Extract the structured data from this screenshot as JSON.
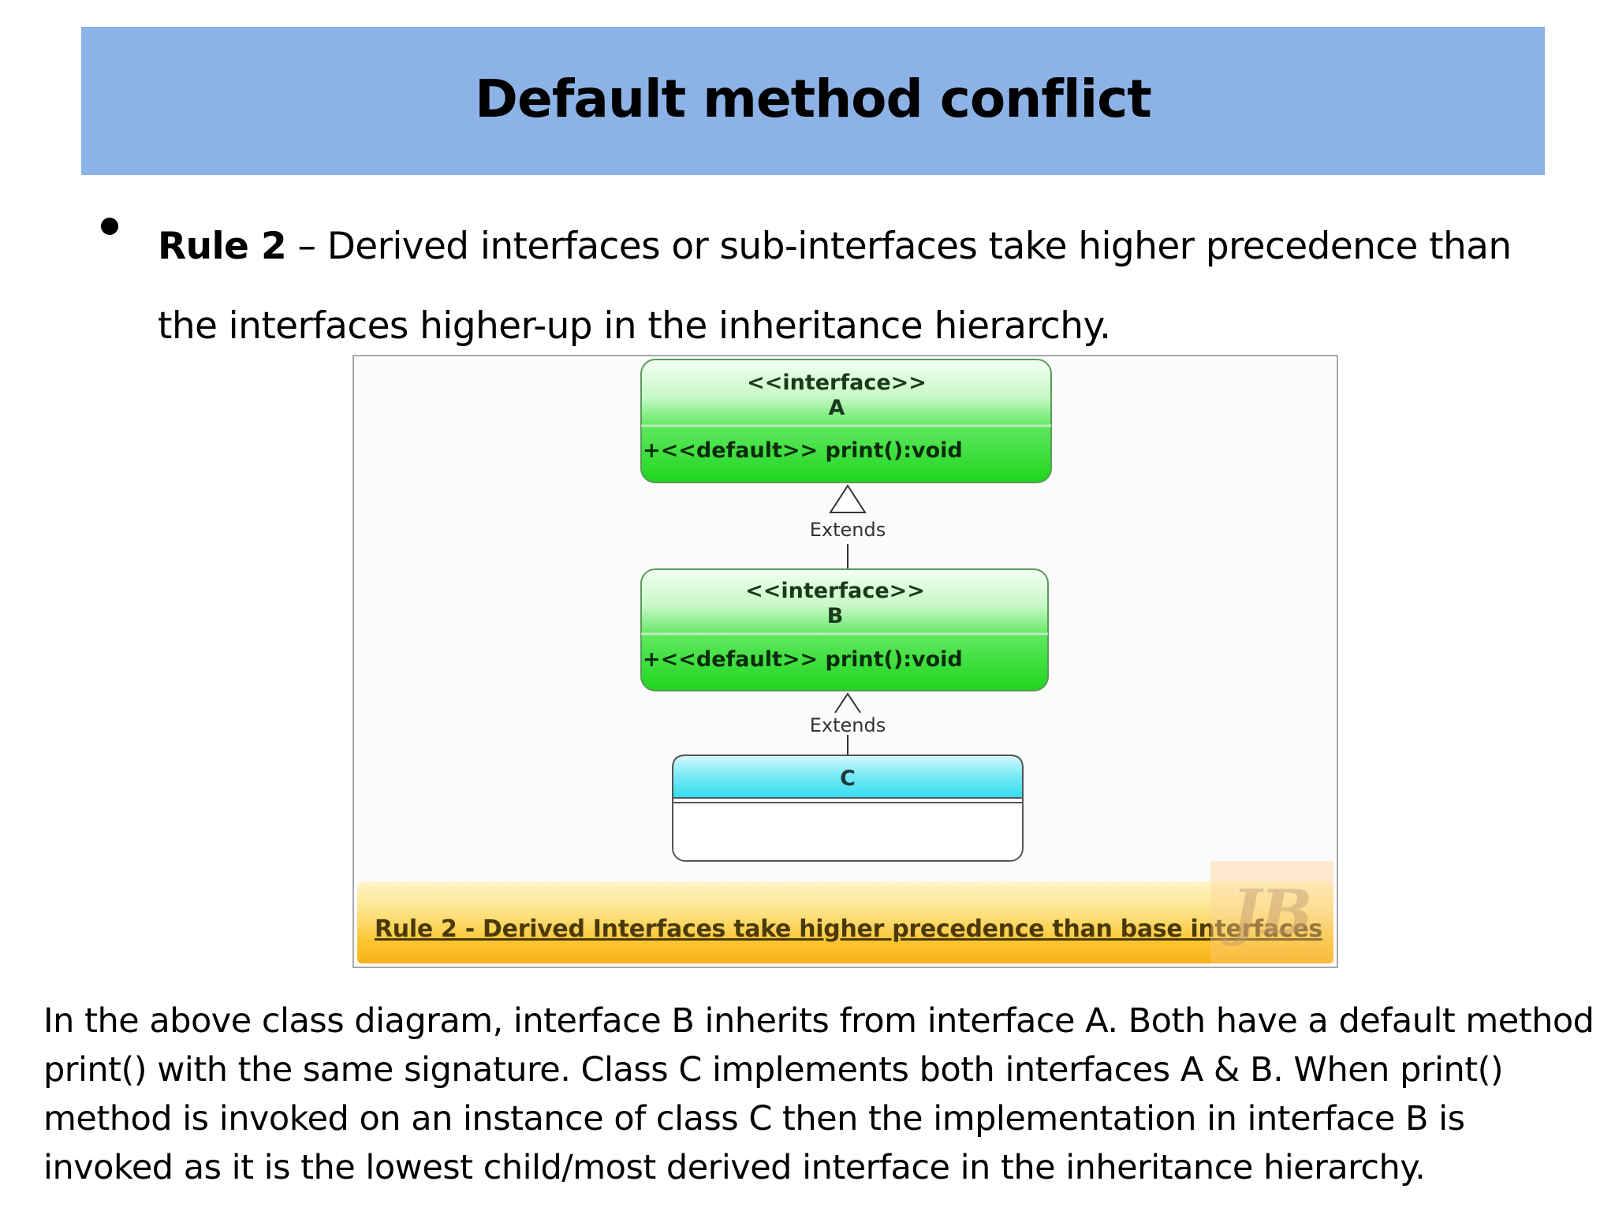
{
  "title": "Default method conflict",
  "rule": {
    "lead": "Rule 2",
    "text": " – Derived interfaces or sub-interfaces take higher precedence than the interfaces higher-up in the inheritance hierarchy."
  },
  "diagram": {
    "interface_a": {
      "stereotype": "<<interface>>",
      "name": "A",
      "method": "+<<default>> print():void",
      "color": "#22dd22"
    },
    "interface_b": {
      "stereotype": "<<interface>>",
      "name": "B",
      "method": "+<<default>> print():void",
      "color": "#22dd22"
    },
    "class_c": {
      "name": "C",
      "color": "#33ddf0"
    },
    "relation_ab": "Extends",
    "relation_bc": "Extends",
    "caption": "Rule 2 - Derived Interfaces take higher precedence than base interfaces",
    "caption_color": "#fbc42e"
  },
  "description": "In the above class diagram, interface B inherits from interface A. Both have a default method print() with the same signature. Class C implements both interfaces A & B. When print() method is invoked on an instance of class C then the implementation in interface B is invoked as it is the lowest child/most derived interface in the inheritance hierarchy."
}
